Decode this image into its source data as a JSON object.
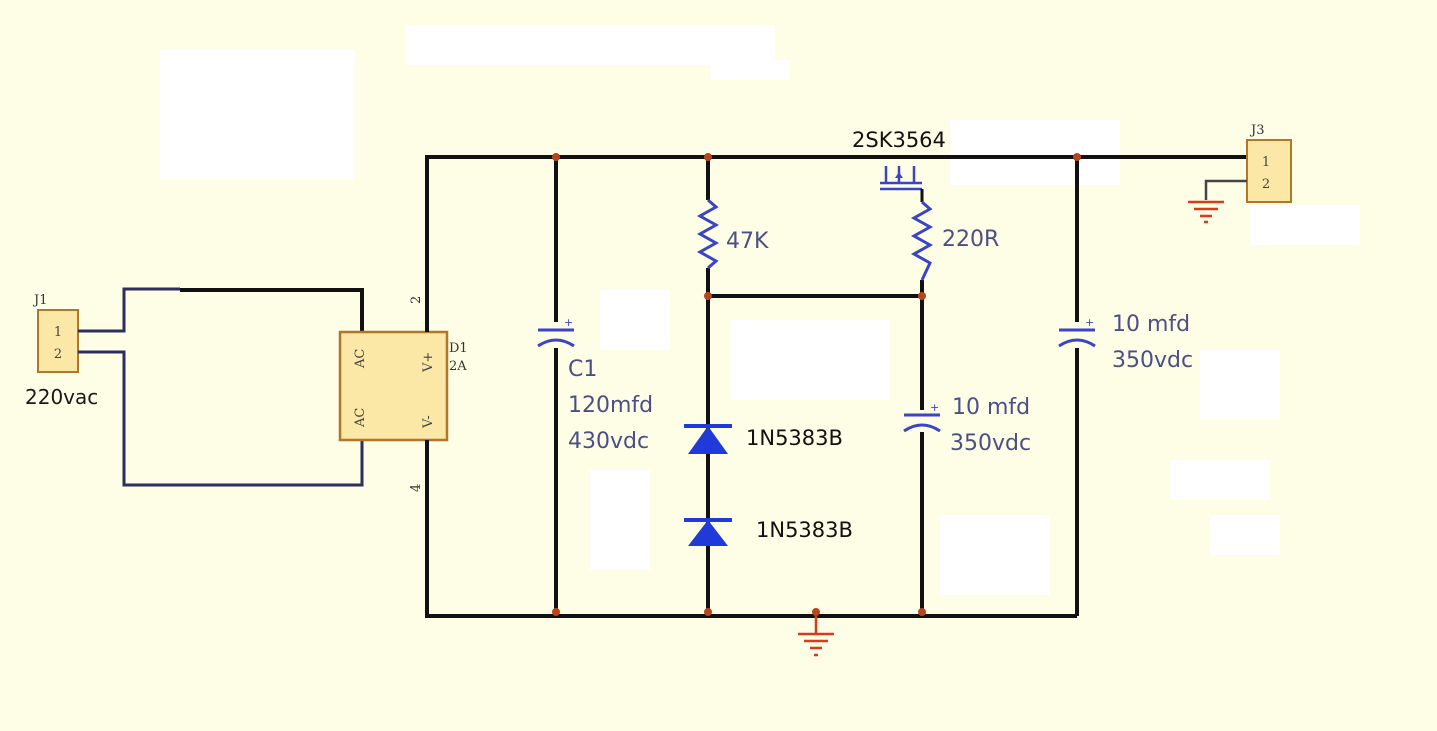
{
  "components": {
    "j1": {
      "ref": "J1",
      "pins": [
        "1",
        "2"
      ],
      "label": "220vac"
    },
    "bridge": {
      "ref": "D1",
      "value": "2A",
      "pins": [
        "AC",
        "AC",
        "V+",
        "V-"
      ],
      "pin_numbers": [
        "2",
        "4"
      ]
    },
    "c1": {
      "ref": "C1",
      "value": "120mfd",
      "voltage": "430vdc"
    },
    "r1": {
      "value": "47K"
    },
    "mosfet": {
      "value": "2SK3564"
    },
    "r2": {
      "value": "220R"
    },
    "zener1": {
      "value": "1N5383B"
    },
    "zener2": {
      "value": "1N5383B"
    },
    "c2": {
      "value": "10 mfd",
      "voltage": "350vdc"
    },
    "c3": {
      "value": "10 mfd",
      "voltage": "350vdc"
    },
    "j3": {
      "ref": "J3",
      "pins": [
        "1",
        "2"
      ]
    }
  },
  "colors": {
    "background": "#fefde6",
    "wire": "#111111",
    "component_body": "#fbe7a6",
    "component_border": "#b0762a",
    "resistor": "#3a44c8",
    "diode": "#1f3ad8",
    "ground": "#d43c1c",
    "label": "#4b4f86"
  }
}
